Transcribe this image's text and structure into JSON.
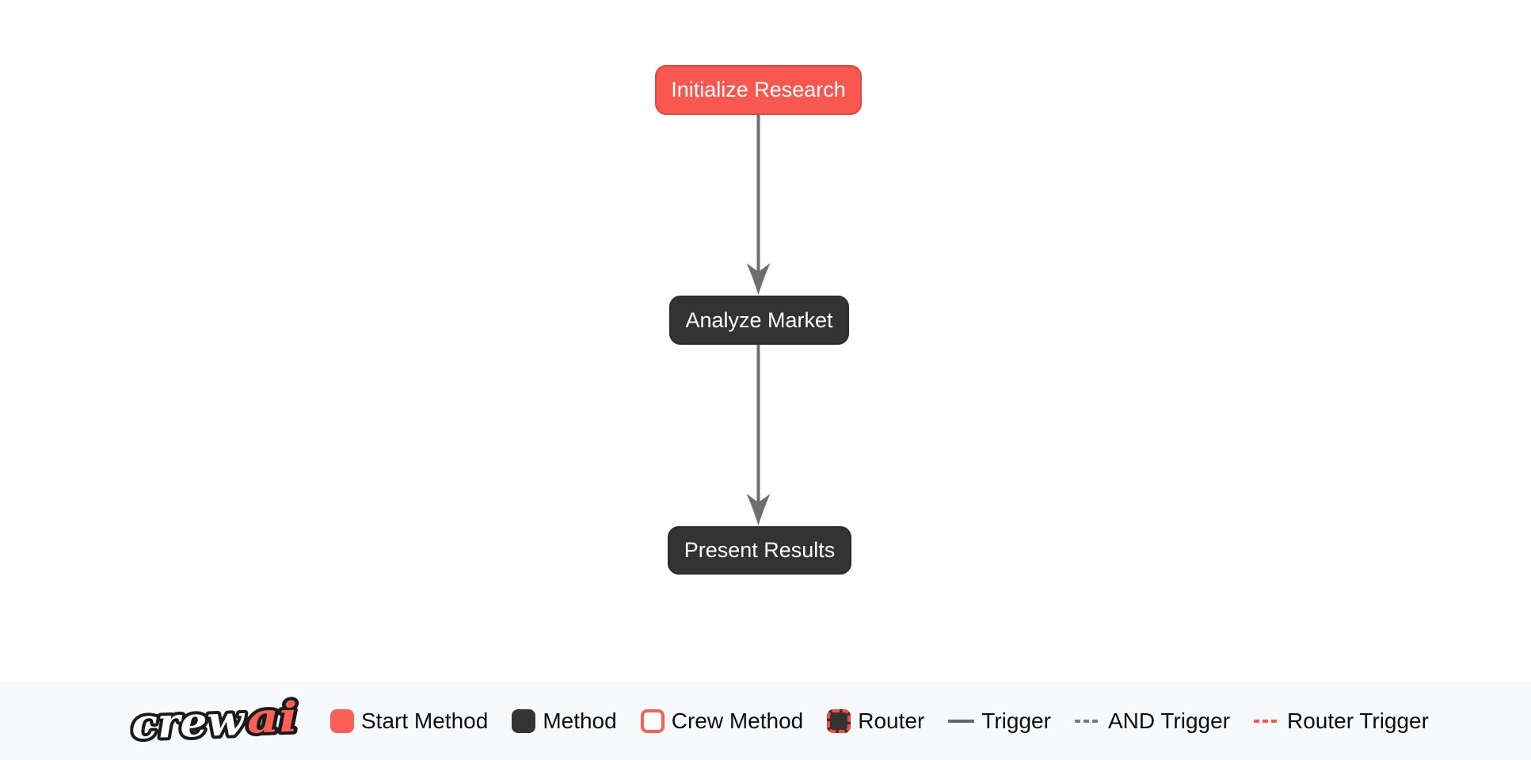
{
  "flow": {
    "nodes": [
      {
        "id": "initialize_research",
        "label": "Initialize Research",
        "type": "start-method"
      },
      {
        "id": "analyze_market",
        "label": "Analyze Market",
        "type": "method"
      },
      {
        "id": "present_results",
        "label": "Present Results",
        "type": "method"
      }
    ],
    "edges": [
      {
        "from": "initialize_research",
        "to": "analyze_market",
        "type": "trigger"
      },
      {
        "from": "analyze_market",
        "to": "present_results",
        "type": "trigger"
      }
    ]
  },
  "legend": {
    "logo": {
      "crew": "crew",
      "ai": "ai"
    },
    "items": [
      {
        "label": "Start Method",
        "swatch": "start-method-swatch"
      },
      {
        "label": "Method",
        "swatch": "method-swatch"
      },
      {
        "label": "Crew Method",
        "swatch": "crew-method-swatch"
      },
      {
        "label": "Router",
        "swatch": "router-swatch"
      },
      {
        "label": "Trigger",
        "swatch": "trigger-line"
      },
      {
        "label": "AND Trigger",
        "swatch": "and-trigger-line"
      },
      {
        "label": "Router Trigger",
        "swatch": "router-trigger-line"
      }
    ]
  },
  "colors": {
    "start_method_fill": "#F9584E",
    "start_method_border": "#E0473E",
    "method_fill": "#333333",
    "method_border": "#2B2B2B",
    "edge_gray": "#6E6E6E",
    "brand_red": "#FB5F55",
    "legend_background": "#F8F9FA",
    "legend_text": "#0D0D0D",
    "node_text": "#FFFFFF"
  }
}
